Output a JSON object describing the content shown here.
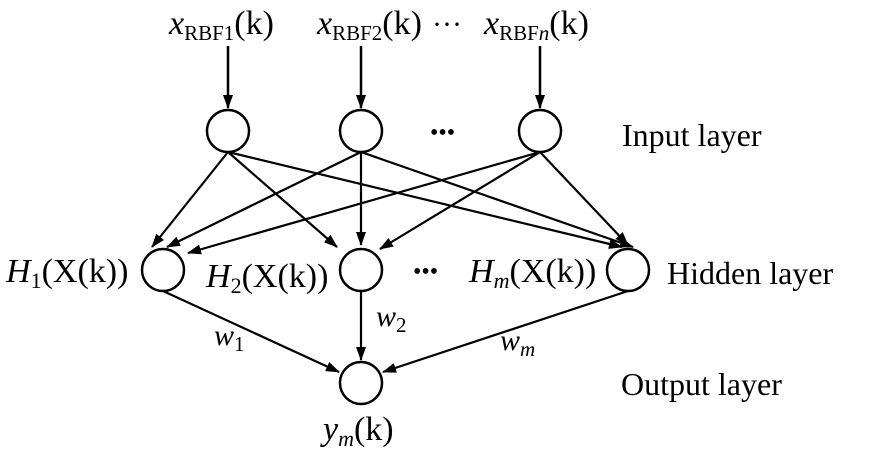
{
  "inputs": [
    {
      "base": "x",
      "sub": "RBF1",
      "arg": "(k)"
    },
    {
      "base": "x",
      "sub": "RBF2",
      "arg": "(k)"
    },
    {
      "base": "x",
      "sub": "RBF",
      "sub_italic": "n",
      "arg": "(k)"
    }
  ],
  "input_ellipsis": "···",
  "node_ellipsis": "•••",
  "layers": {
    "input": "Input layer",
    "hidden": "Hidden layer",
    "output": "Output layer"
  },
  "hidden_nodes": [
    {
      "base": "H",
      "sub": "1",
      "arg": "(X(k))"
    },
    {
      "base": "H",
      "sub": "2",
      "arg": "(X(k))"
    },
    {
      "base": "H",
      "sub": "m",
      "arg": "(X(k))"
    }
  ],
  "weights": [
    {
      "base": "w",
      "sub": "1"
    },
    {
      "base": "w",
      "sub": "2"
    },
    {
      "base": "w",
      "sub": "m"
    }
  ],
  "output_node": {
    "base": "y",
    "sub": "m",
    "arg": "(k)"
  }
}
